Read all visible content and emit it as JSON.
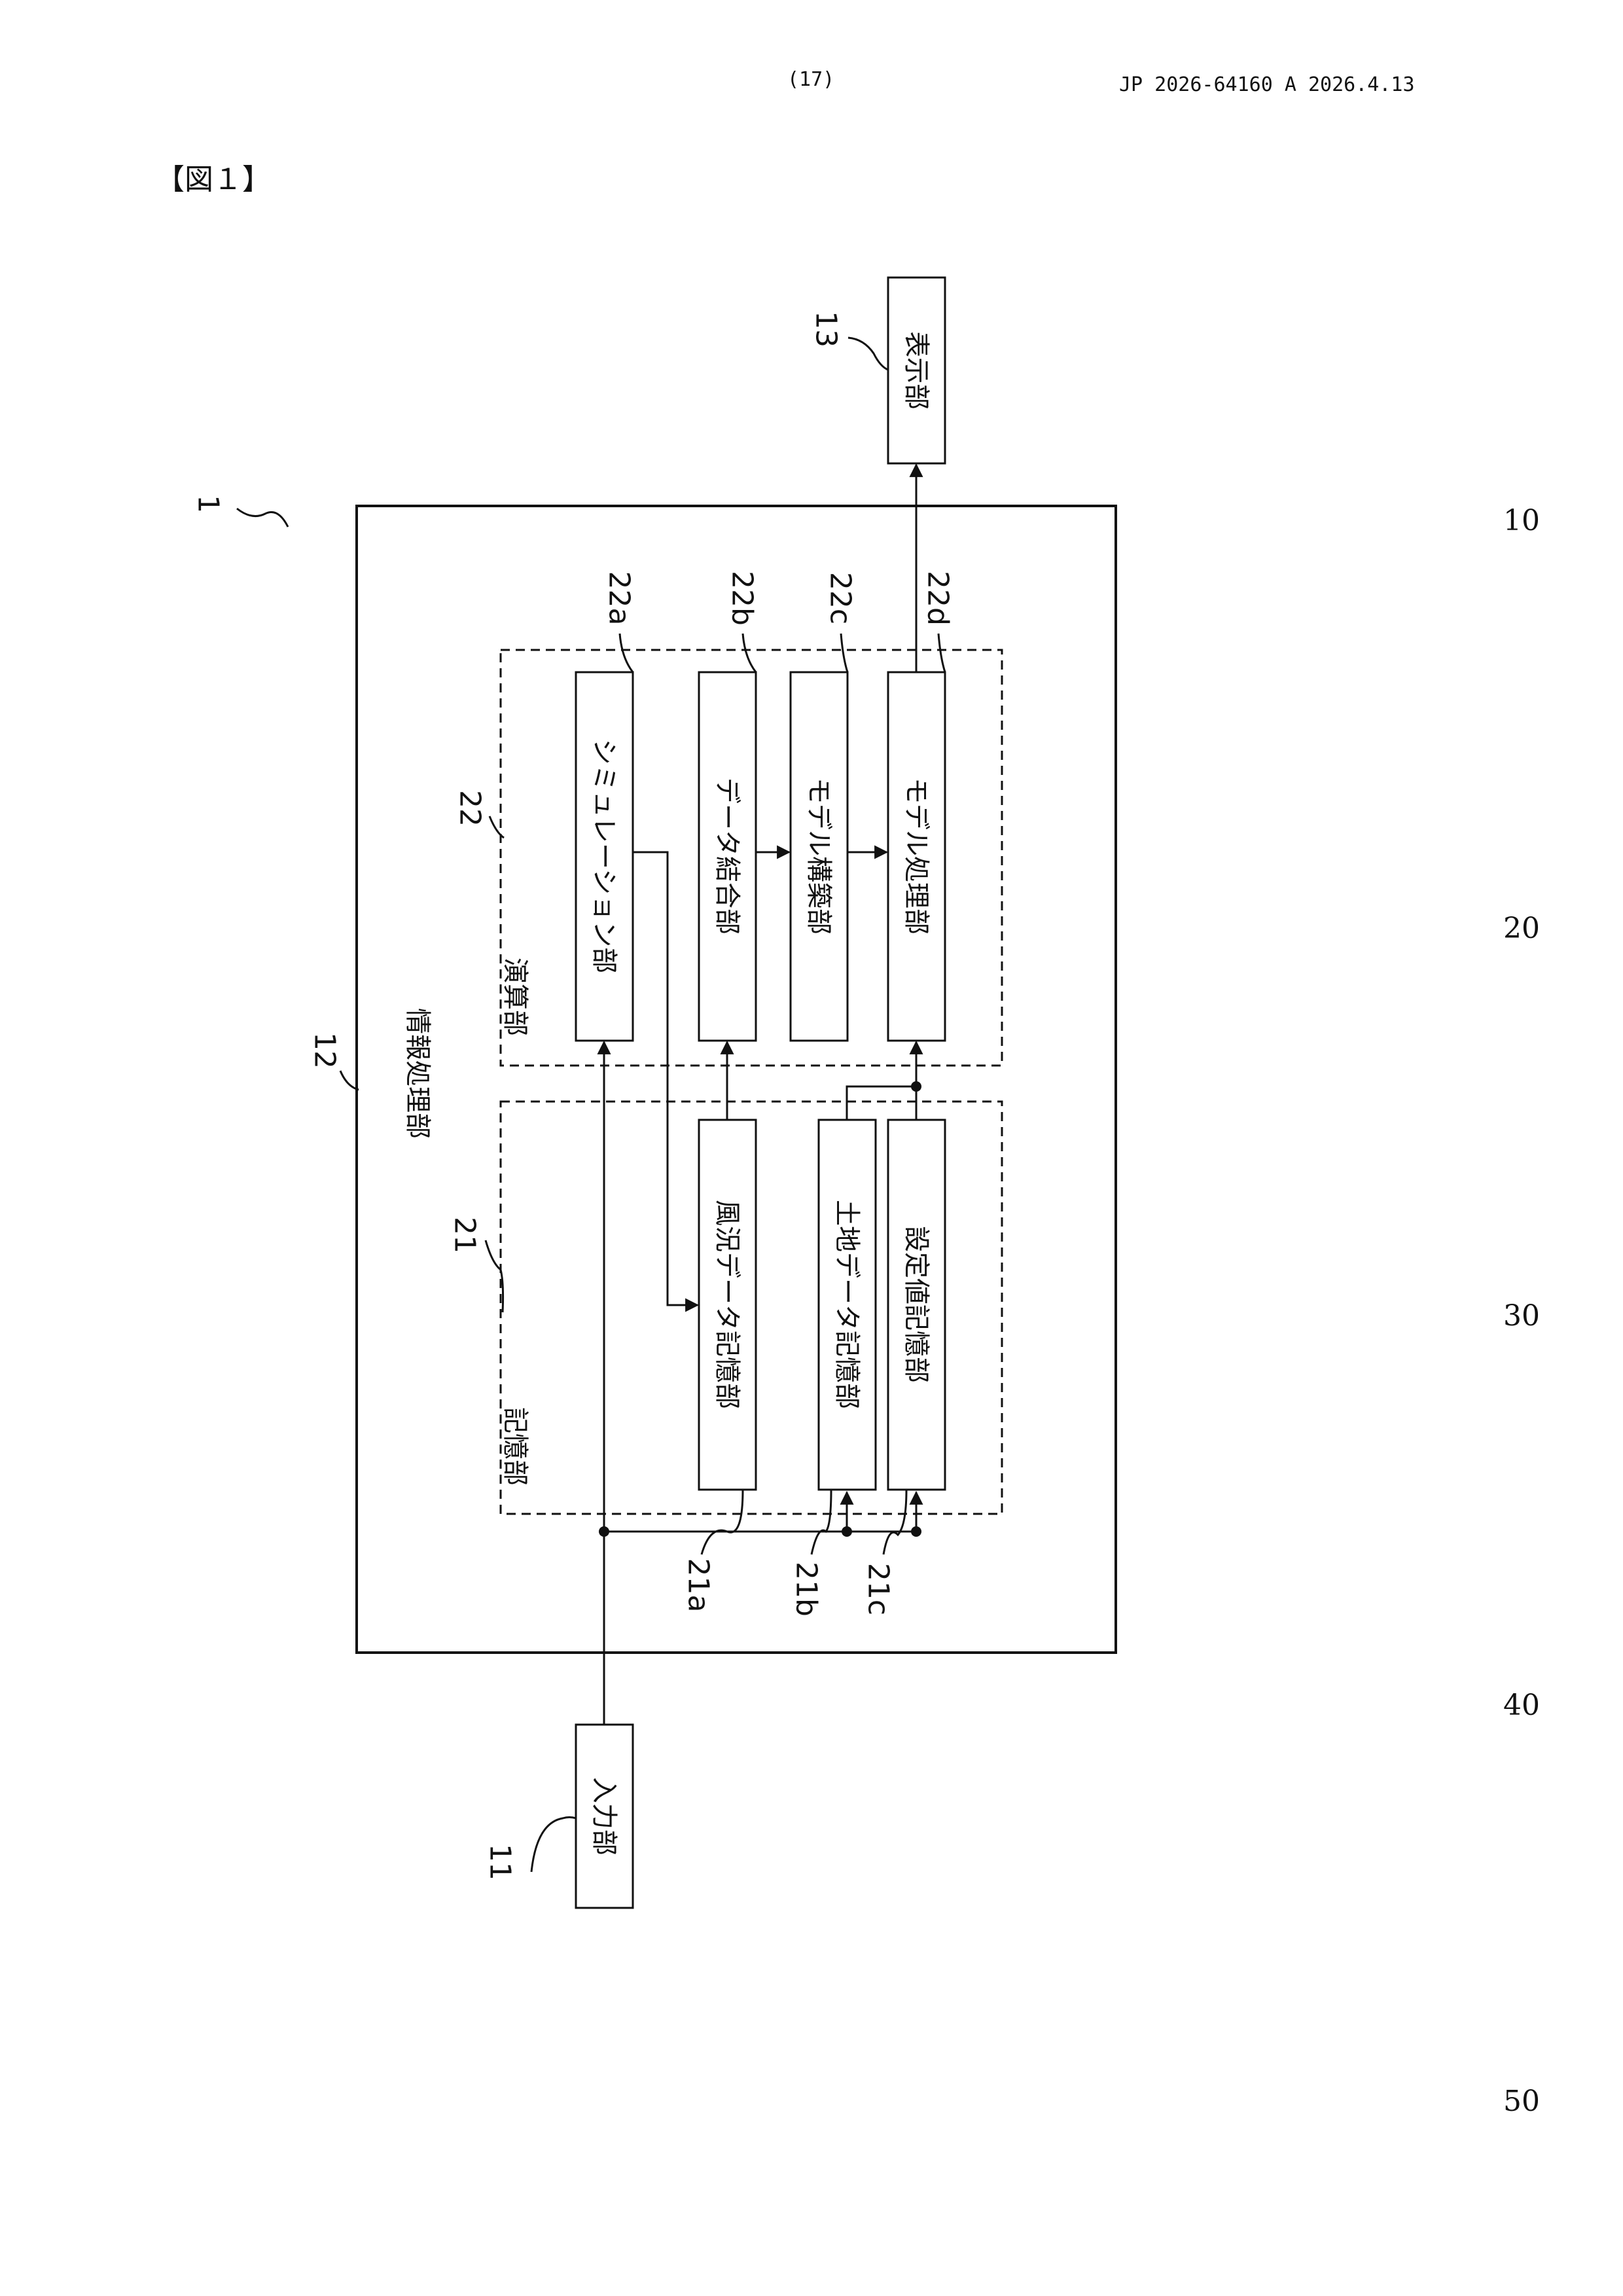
{
  "header": {
    "page_number": "(17)",
    "publication": "JP  2026-64160  A  2026.4.13"
  },
  "figure_title": "【図１】",
  "line_numbers": [
    "10",
    "20",
    "30",
    "40",
    "50"
  ],
  "diagram": {
    "system_ref": "1",
    "info_proc": {
      "ref": "12",
      "label": "情報処理部"
    },
    "calc": {
      "ref": "22",
      "label": "演算部"
    },
    "storage": {
      "ref": "21",
      "label": "記憶部"
    },
    "input": {
      "ref": "11",
      "label": "入力部"
    },
    "display": {
      "ref": "13",
      "label": "表示部"
    },
    "blocks": {
      "b22a": {
        "ref": "22a",
        "label": "シミュレーション部"
      },
      "b22b": {
        "ref": "22b",
        "label": "データ結合部"
      },
      "b22c": {
        "ref": "22c",
        "label": "モデル構築部"
      },
      "b22d": {
        "ref": "22d",
        "label": "モデル処理部"
      },
      "b21a": {
        "ref": "21a",
        "label": "風況データ記憶部"
      },
      "b21b": {
        "ref": "21b",
        "label": "土地データ記憶部"
      },
      "b21c": {
        "ref": "21c",
        "label": "設定値記憶部"
      }
    }
  }
}
